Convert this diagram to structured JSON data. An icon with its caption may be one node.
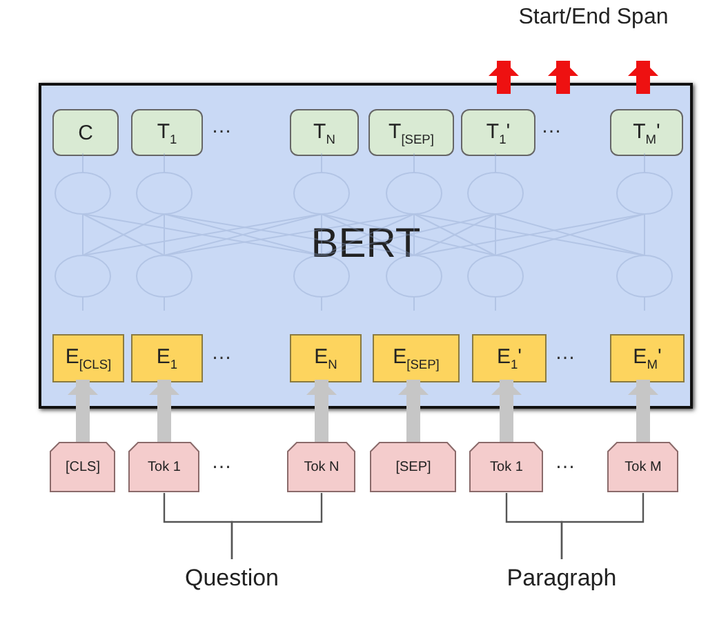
{
  "diagram": {
    "nodes": [
      {
        "text": [
          "BERT"
        ]
      },
      {
        "text": [
          "C"
        ],
        "in": 0
      },
      {
        "text": [
          "T$_{1}$"
        ],
        "in": 0
      },
      {
        "text": [
          "T$_{N}$"
        ],
        "in": 0
      },
      {
        "text": [
          "T$_{[SEP]}$"
        ],
        "in": 0
      },
      {
        "text": [
          "T$_{1}$'"
        ],
        "in": 0
      },
      {
        "text": [
          "T$_{M}$'"
        ],
        "in": 0
      },
      {
        "text": [
          "E$_{[CLS]}$"
        ],
        "in": 0
      },
      {
        "text": [
          "E$_{1}$"
        ],
        "in": 0
      },
      {
        "text": [
          "E$_{N}$"
        ],
        "in": 0
      },
      {
        "text": [
          "E$_{[SEP]}$"
        ],
        "in": 0
      },
      {
        "text": [
          "E$_{1}$'"
        ],
        "in": 0
      },
      {
        "text": [
          "E$_{M}$'"
        ],
        "in": 0
      },
      {
        "text": [
          "[CLS]"
        ]
      },
      {
        "text": [
          "Tok 1"
        ]
      },
      {
        "text": [
          "Tok N"
        ]
      },
      {
        "text": [
          "[SEP]"
        ]
      },
      {
        "text": [
          "Tok 1"
        ]
      },
      {
        "text": [
          "Tok M"
        ]
      },
      {
        "text": [
          "Question"
        ]
      },
      {
        "text": [
          "Paragraph"
        ]
      },
      {
        "text": [
          "Start/End Span"
        ]
      }
    ],
    "edges": [
      {
        "from": 13,
        "to": 7,
        "arrow": "to"
      },
      {
        "from": 14,
        "to": 8,
        "arrow": "to"
      },
      {
        "from": 15,
        "to": 9,
        "arrow": "to"
      },
      {
        "from": 16,
        "to": 10,
        "arrow": "to"
      },
      {
        "from": 17,
        "to": 11,
        "arrow": "to"
      },
      {
        "from": 18,
        "to": 12,
        "arrow": "to"
      },
      {
        "from": 0,
        "to": 21,
        "arrow": "to",
        "color": "#ee1111"
      },
      {
        "from": 0,
        "to": 21,
        "arrow": "to",
        "color": "#ee1111"
      },
      {
        "from": 0,
        "to": 21,
        "arrow": "to",
        "color": "#ee1111"
      },
      {
        "from": 14,
        "to": 19,
        "arrow": "none",
        "color": "#555555"
      },
      {
        "from": 15,
        "to": 19,
        "arrow": "none",
        "color": "#555555"
      },
      {
        "from": 17,
        "to": 20,
        "arrow": "none",
        "color": "#555555"
      },
      {
        "from": 18,
        "to": 20,
        "arrow": "none",
        "color": "#555555"
      }
    ],
    "labels": [
      "…",
      "…",
      "…",
      "…",
      "…",
      "…"
    ]
  }
}
